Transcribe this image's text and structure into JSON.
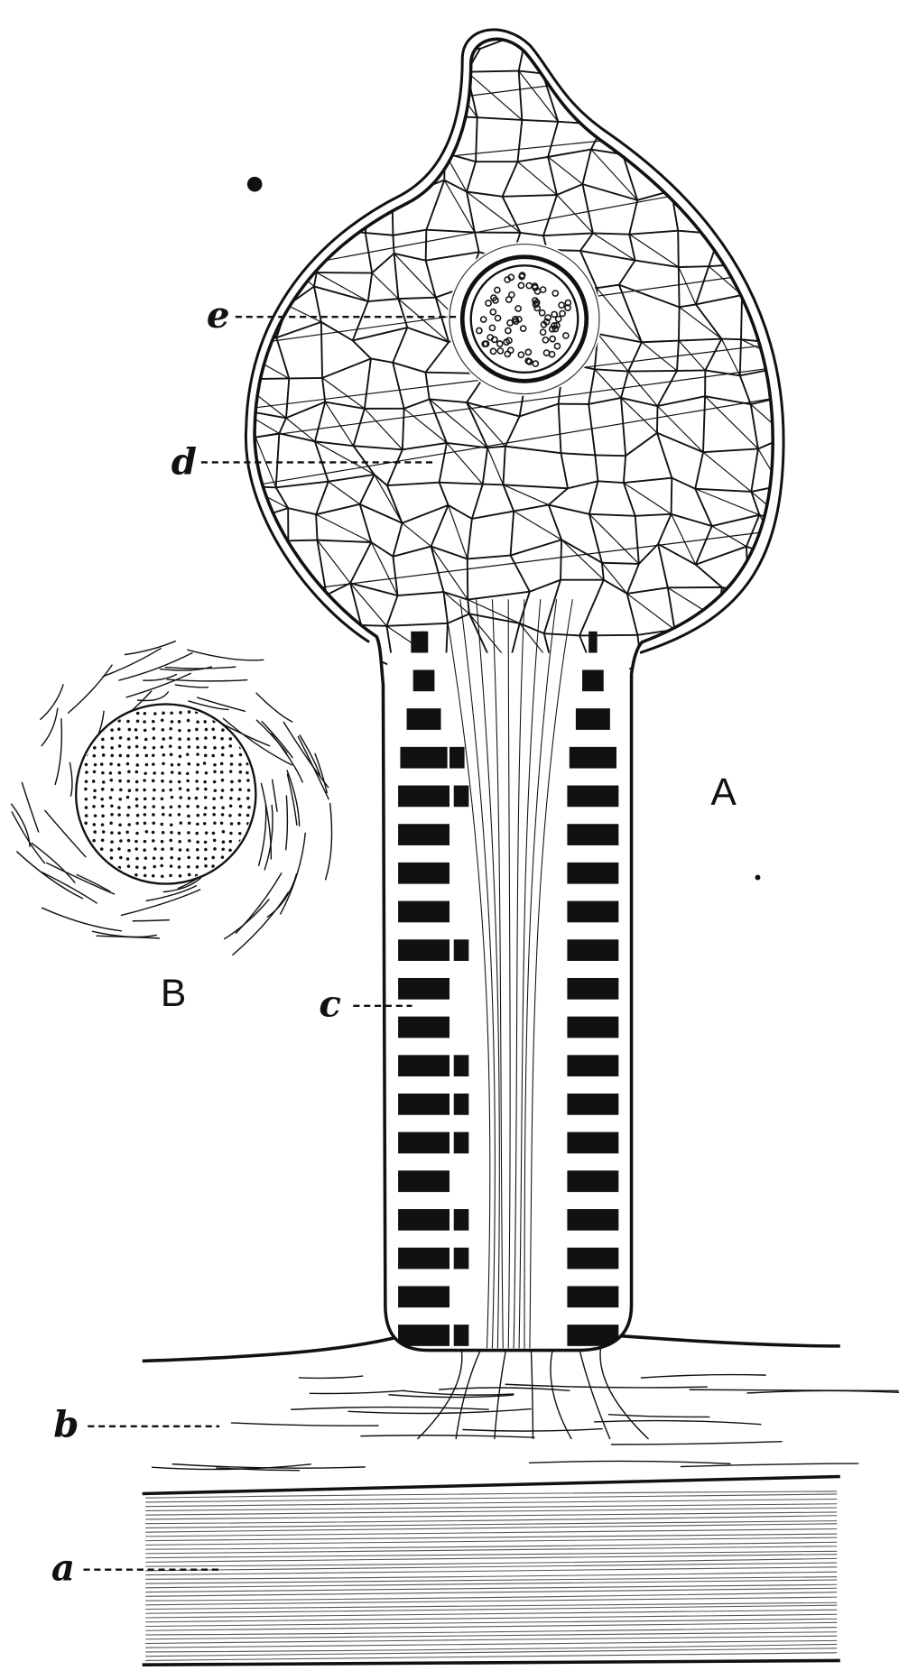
{
  "figure": {
    "labels": {
      "a": "a",
      "b": "b",
      "c": "c",
      "d": "d",
      "e": "e",
      "A": "A",
      "B": "B"
    },
    "colors": {
      "ink": "#111111",
      "paper": "#ffffff",
      "band_a": "#8a8a8a"
    }
  }
}
